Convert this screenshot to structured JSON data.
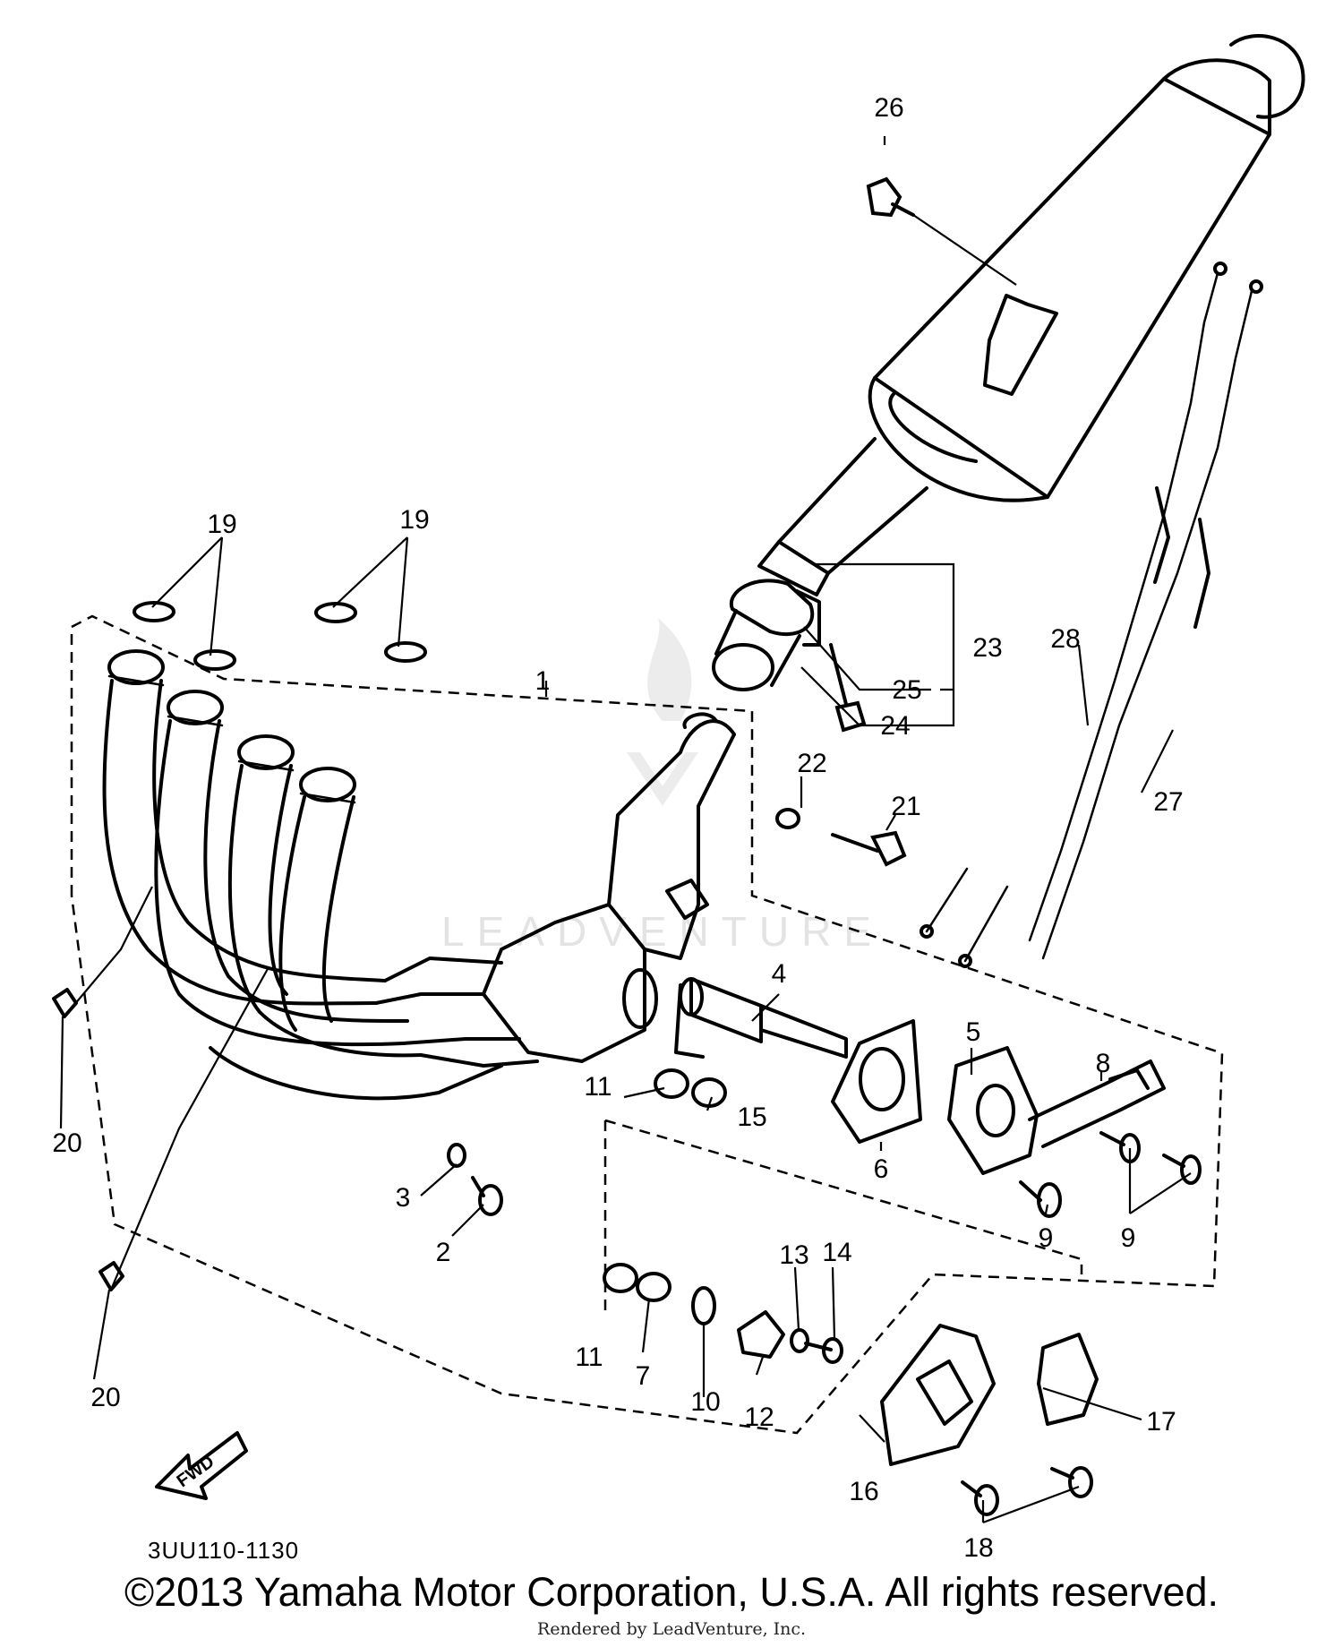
{
  "diagram": {
    "drawing_code": "3UU110-1130",
    "watermark": "LEADVENTURE",
    "fwd_label": "FWD",
    "callouts": {
      "c1": "1",
      "c2": "2",
      "c3": "3",
      "c4": "4",
      "c5": "5",
      "c6": "6",
      "c7": "7",
      "c8": "8",
      "c9a": "9",
      "c9b": "9",
      "c10": "10",
      "c11a": "11",
      "c11b": "11",
      "c12": "12",
      "c13": "13",
      "c14": "14",
      "c15": "15",
      "c16": "16",
      "c17": "17",
      "c18": "18",
      "c19a": "19",
      "c19b": "19",
      "c20a": "20",
      "c20b": "20",
      "c21": "21",
      "c22": "22",
      "c23": "23",
      "c24": "24",
      "c25": "25",
      "c26": "26",
      "c27": "27",
      "c28": "28"
    }
  },
  "footer": {
    "copyright": "©2013 Yamaha Motor Corporation, U.S.A. All rights reserved.",
    "rendered_by": "Rendered by LeadVenture, Inc."
  }
}
